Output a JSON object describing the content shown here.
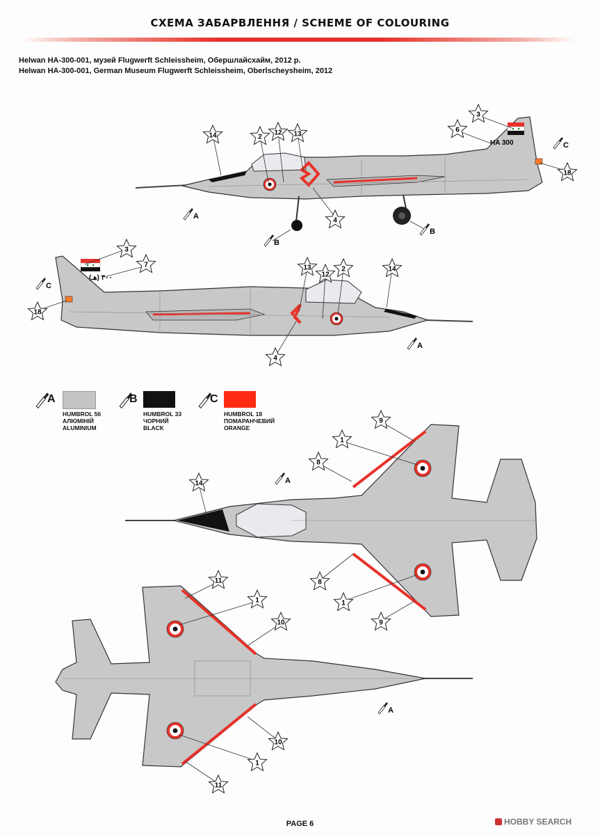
{
  "header": {
    "title": "СХЕМА ЗАБАРВЛЕННЯ / SCHEME OF COLOURING"
  },
  "subtitle": {
    "line1": "Helwan HA-300-001, музей Flugwerft Schleissheim, Обершлайсхайм, 2012 р.",
    "line2": "Helwan HA-300-001, German Museum Flugwerft Schleissheim, Oberlscheysheim, 2012"
  },
  "aircraft_markings": {
    "fin_code": "HA 300",
    "fin_arabic": "٣٠٠ (هـ)"
  },
  "callouts": {
    "n1": "1",
    "n2": "2",
    "n3": "3",
    "n4": "4",
    "n6": "6",
    "n7": "7",
    "n8": "8",
    "n9": "9",
    "n10": "10",
    "n11": "11",
    "n12": "12",
    "n13": "13",
    "n14": "14",
    "n18": "18"
  },
  "paint_refs": {
    "a": "A",
    "b": "B",
    "c": "C"
  },
  "legend": [
    {
      "code": "A",
      "line1": "HUMBROL 56",
      "line2": "АЛЮМІНІЙ",
      "line3": "ALUMINIUM",
      "color": "#c4c4c4"
    },
    {
      "code": "B",
      "line1": "HUMBROL 33",
      "line2": "ЧОРНИЙ",
      "line3": "BLACK",
      "color": "#111111"
    },
    {
      "code": "C",
      "line1": "HUMBROL 18",
      "line2": "ПОМАРАНЧЕВИЙ",
      "line3": "ORANGE",
      "color": "#ff2a12"
    }
  ],
  "footer": {
    "page": "PAGE 6",
    "watermark": "HOBBY SEARCH"
  }
}
